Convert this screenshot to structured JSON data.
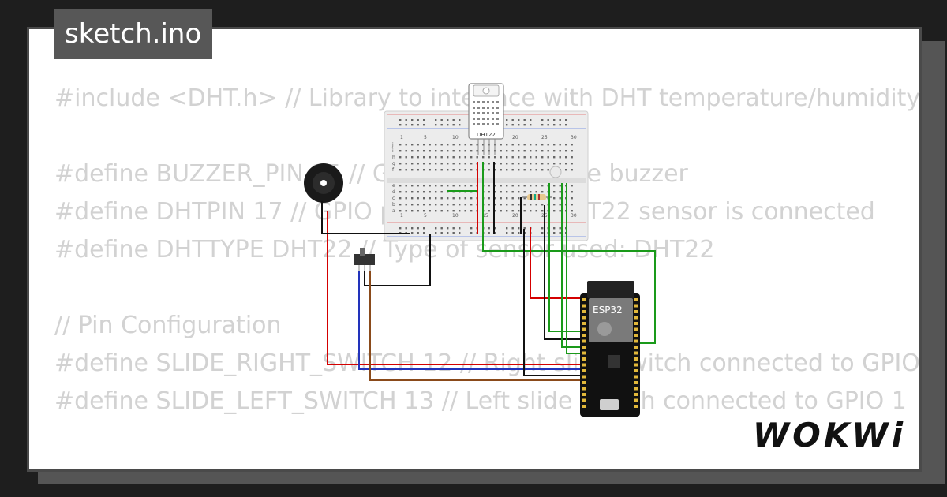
{
  "filename": "sketch.ino",
  "code_lines": [
    "#include <DHT.h> // Library to interface with DHT temperature/humidity",
    "",
    "#define BUZZER_PIN 15 // GPIO pin where the buzzer",
    "#define DHTPIN 17 // GPIO pin where the DHT22 sensor is connected",
    "#define DHTTYPE DHT22 // Type of sensor used: DHT22",
    "",
    "// Pin Configuration",
    "#define SLIDE_RIGHT_SWITCH 12 // Right slide switch connected to GPIO",
    "#define SLIDE_LEFT_SWITCH 13 // Left slide switch connected to GPIO 1"
  ],
  "diagram": {
    "sensor_label": "DHT22",
    "mcu_label": "ESP32",
    "breadboard_col_numbers": [
      "1",
      "5",
      "10",
      "15",
      "20",
      "25",
      "30"
    ],
    "breadboard_row_letters_top": [
      "j",
      "i",
      "h",
      "g",
      "f"
    ],
    "breadboard_row_letters_bottom": [
      "e",
      "d",
      "c",
      "b",
      "a"
    ]
  },
  "colors": {
    "background": "#1e1e1e",
    "card": "#ffffff",
    "tab": "#575757",
    "code_text": "#d2d2d2",
    "wire_red": "#d40000",
    "wire_black": "#111111",
    "wire_green": "#1a9a1a",
    "wire_blue": "#2233bb",
    "wire_brown": "#8a4a1a"
  },
  "logo": "WOKWi"
}
